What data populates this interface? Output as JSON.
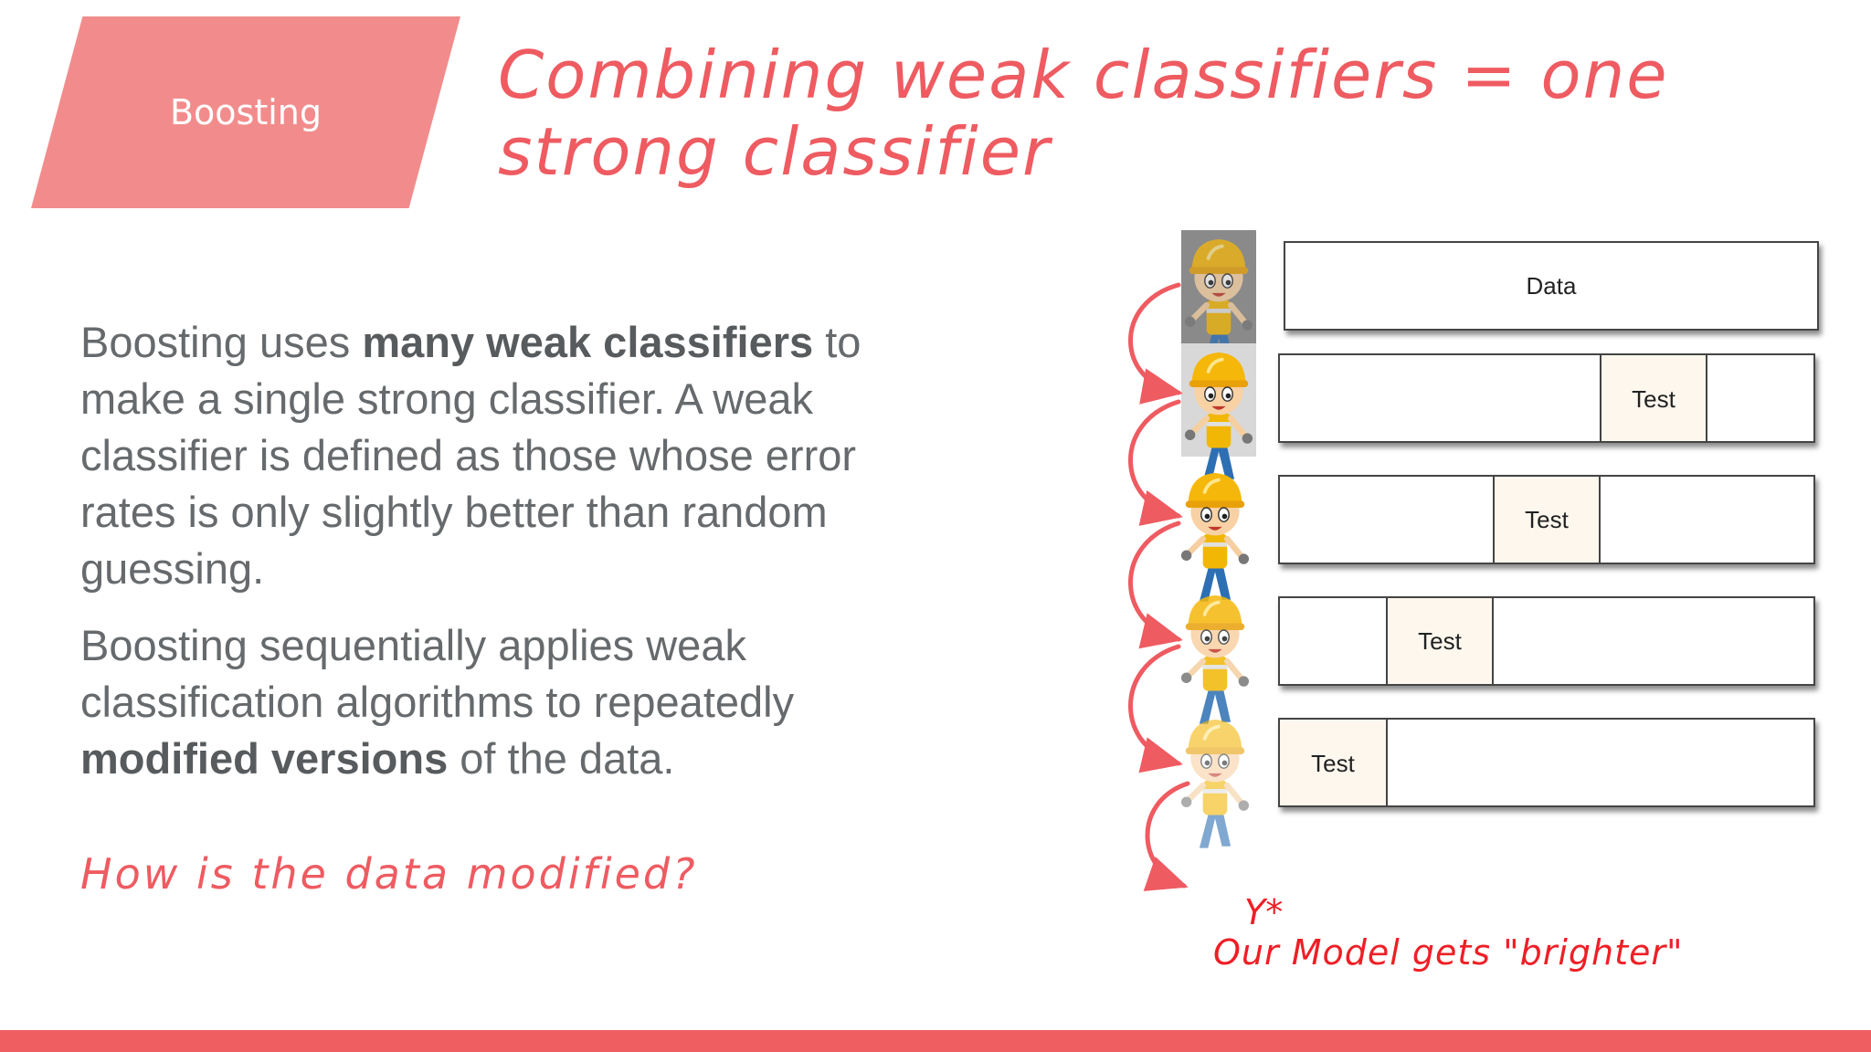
{
  "tag": {
    "label": "Boosting"
  },
  "title": "Combining weak classifiers = one strong classifier",
  "body": {
    "p1": {
      "t1": "Boosting uses ",
      "b1": "many weak classifiers",
      "t2": " to make a single strong classifier. A weak classifier is  defined as those whose error rates is only slightly better than random guessing."
    },
    "p2": {
      "t1": "Boosting sequentially applies weak classification algorithms to repeatedly ",
      "b1": "modified versions",
      "t2": " of the data."
    }
  },
  "question": "How is the data modified?",
  "diagram": {
    "data_label": "Data",
    "test_label": "Test",
    "annotation_y": "Y*",
    "annotation_text": "Our Model gets \"brighter\""
  },
  "colors": {
    "accent": "#ee5b61",
    "tag_bg": "#f28c8c",
    "body_text": "#666a6c",
    "test_fill": "#fdf7ee",
    "bottom_bar": "#ef5f62"
  }
}
